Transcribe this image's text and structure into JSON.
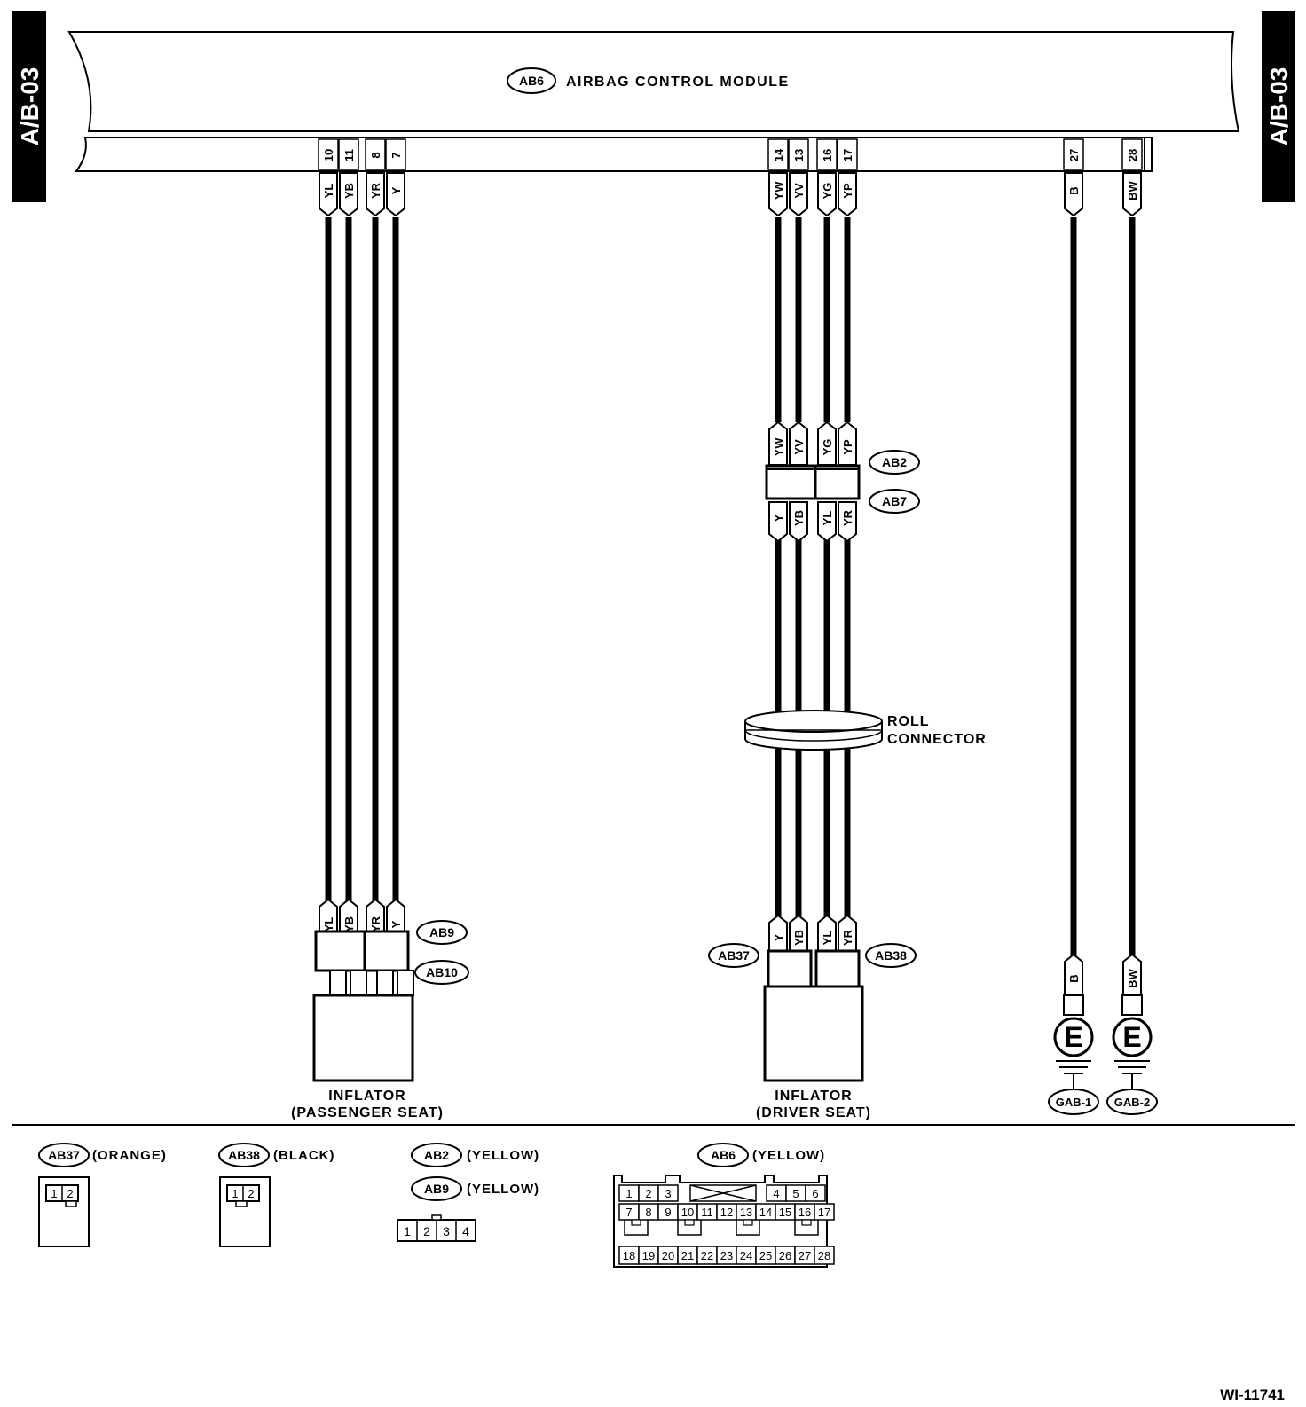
{
  "page_tag": "A/B-03",
  "figure_id": "WI-11741",
  "module": {
    "code": "AB6",
    "name": "AIRBAG CONTROL MODULE"
  },
  "module_pins": [
    "10",
    "11",
    "8",
    "7",
    "14",
    "13",
    "16",
    "17",
    "27",
    "28"
  ],
  "wire_codes": {
    "pass_top": [
      "YL",
      "YB",
      "YR",
      "Y"
    ],
    "drv_top": [
      "YW",
      "YV",
      "YG",
      "YP"
    ],
    "ground": [
      "B",
      "BW"
    ],
    "drv_mid": [
      "Y",
      "YB",
      "YL",
      "YR"
    ],
    "pass_bottom": [
      "YL",
      "YB",
      "YR",
      "Y"
    ],
    "drv_bottom": [
      "Y",
      "YB",
      "YL",
      "YR"
    ]
  },
  "connectors": {
    "ab2": {
      "code": "AB2",
      "pins": [
        "4",
        "3",
        "2",
        "1"
      ]
    },
    "ab7": {
      "code": "AB7"
    },
    "ab9": {
      "code": "AB9",
      "pins": [
        "4",
        "3",
        "2",
        "1"
      ]
    },
    "ab10": {
      "code": "AB10"
    },
    "ab37": {
      "code": "AB37",
      "pins": [
        "2",
        "1"
      ]
    },
    "ab38": {
      "code": "AB38",
      "pins": [
        "2",
        "1"
      ]
    }
  },
  "roll_connector": {
    "line1": "ROLL",
    "line2": "CONNECTOR"
  },
  "inflator_passenger": {
    "line1": "INFLATOR",
    "line2": "(PASSENGER SEAT)"
  },
  "inflator_driver": {
    "line1": "INFLATOR",
    "line2": "(DRIVER SEAT)"
  },
  "grounds": [
    {
      "symbol": "E",
      "code": "GAB-1"
    },
    {
      "symbol": "E",
      "code": "GAB-2"
    }
  ],
  "legend": {
    "ab37": {
      "code": "AB37",
      "color": "(ORANGE)",
      "pins": [
        "1",
        "2"
      ]
    },
    "ab38": {
      "code": "AB38",
      "color": "(BLACK)",
      "pins": [
        "1",
        "2"
      ]
    },
    "ab2": {
      "code": "AB2",
      "color": "(YELLOW)"
    },
    "ab9": {
      "code": "AB9",
      "color": "(YELLOW)",
      "pins": [
        "1",
        "2",
        "3",
        "4"
      ]
    },
    "ab6": {
      "code": "AB6",
      "color": "(YELLOW)",
      "row1": [
        "1",
        "2",
        "3",
        "4",
        "5",
        "6"
      ],
      "row2": [
        "7",
        "8",
        "9",
        "10",
        "11",
        "12",
        "13",
        "14",
        "15",
        "16",
        "17"
      ],
      "row3": [
        "18",
        "19",
        "20",
        "21",
        "22",
        "23",
        "24",
        "25",
        "26",
        "27",
        "28"
      ]
    }
  }
}
